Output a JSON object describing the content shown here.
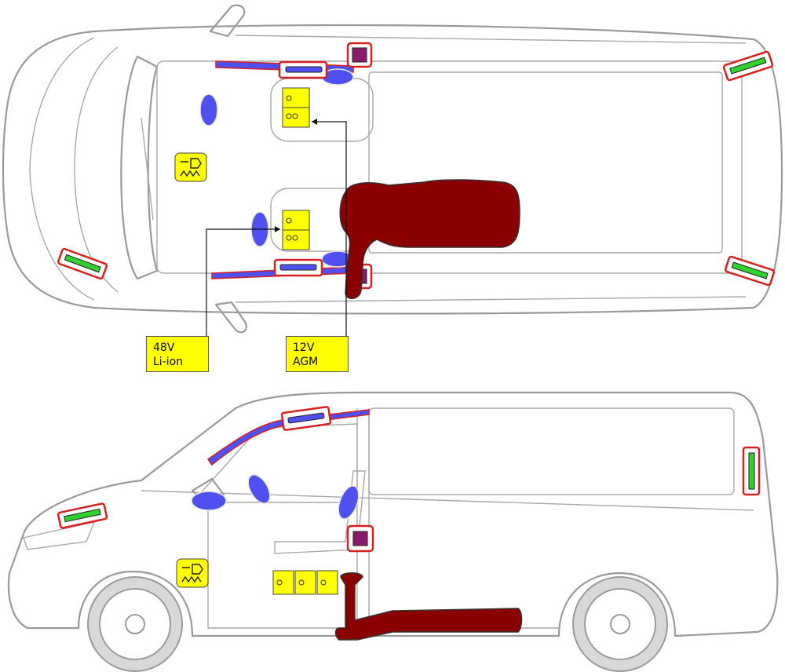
{
  "labels": {
    "battery_48v": {
      "line1": "48V",
      "line2": "Li-ion"
    },
    "battery_12v": {
      "line1": "12V",
      "line2": "AGM"
    }
  },
  "colors": {
    "airbag": "#5050f0",
    "highlight_border": "#d82020",
    "seatbelt_pretensioner": "#30d030",
    "sensor": "#8a1a6a",
    "fuel_tank": "#8a0000",
    "battery": "#ffff00",
    "vehicle_outline": "#9a9a9a"
  },
  "icons": {
    "high_voltage_component": "hv-warning-icon",
    "battery_cells": "battery-icon"
  }
}
